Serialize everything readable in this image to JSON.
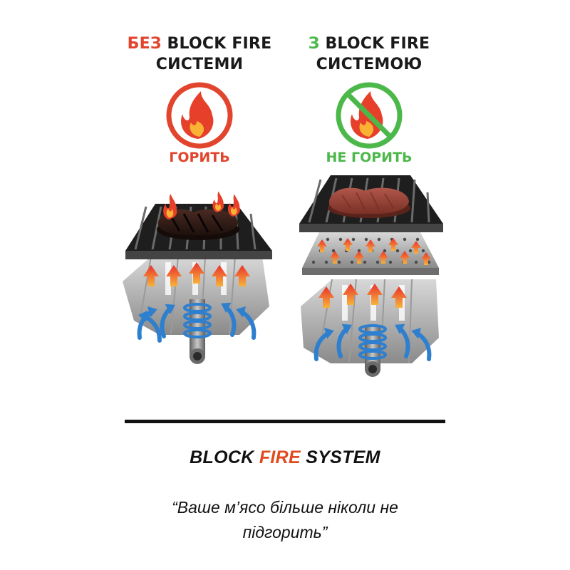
{
  "left": {
    "title_accent": "БЕЗ",
    "title_rest": " BLOCK FIRE",
    "title_line2": "СИСТЕМИ",
    "status": "ГОРИТЬ",
    "accent_color": "#e2452d",
    "icon": "flame-icon"
  },
  "right": {
    "title_accent": "З",
    "title_rest": " BLOCK FIRE",
    "title_line2": "СИСТЕМОЮ",
    "status": "НЕ ГОРИТЬ",
    "accent_color": "#4db84a",
    "icon": "no-fire-icon"
  },
  "brand": {
    "part1": "BLOCK ",
    "part2": "FIRE",
    "part3": " SYSTEM",
    "accent_color": "#e04a1f"
  },
  "slogan": "“Ваше м’ясо більше ніколи не підгорить”"
}
